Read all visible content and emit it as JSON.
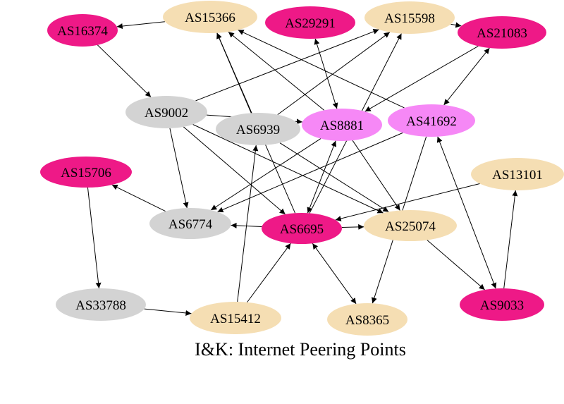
{
  "caption": "I&K: Internet Peering Points",
  "colors": {
    "magenta": "#ee1987",
    "light_magenta": "#f688f6",
    "tan": "#f5deb3",
    "gray": "#d3d3d3",
    "edge": "#000000"
  },
  "nodes": [
    {
      "id": "AS15366",
      "label": "AS15366",
      "color": "tan"
    },
    {
      "id": "AS29291",
      "label": "AS29291",
      "color": "magenta"
    },
    {
      "id": "AS15598",
      "label": "AS15598",
      "color": "tan"
    },
    {
      "id": "AS16374",
      "label": "AS16374",
      "color": "magenta"
    },
    {
      "id": "AS21083",
      "label": "AS21083",
      "color": "magenta"
    },
    {
      "id": "AS9002",
      "label": "AS9002",
      "color": "gray"
    },
    {
      "id": "AS6939",
      "label": "AS6939",
      "color": "gray"
    },
    {
      "id": "AS8881",
      "label": "AS8881",
      "color": "light_magenta"
    },
    {
      "id": "AS41692",
      "label": "AS41692",
      "color": "light_magenta"
    },
    {
      "id": "AS15706",
      "label": "AS15706",
      "color": "magenta"
    },
    {
      "id": "AS13101",
      "label": "AS13101",
      "color": "tan"
    },
    {
      "id": "AS6774",
      "label": "AS6774",
      "color": "gray"
    },
    {
      "id": "AS6695",
      "label": "AS6695",
      "color": "magenta"
    },
    {
      "id": "AS25074",
      "label": "AS25074",
      "color": "tan"
    },
    {
      "id": "AS33788",
      "label": "AS33788",
      "color": "gray"
    },
    {
      "id": "AS15412",
      "label": "AS15412",
      "color": "tan"
    },
    {
      "id": "AS8365",
      "label": "AS8365",
      "color": "tan"
    },
    {
      "id": "AS9033",
      "label": "AS9033",
      "color": "magenta"
    }
  ],
  "edges": [
    {
      "from": "AS15366",
      "to": "AS16374",
      "dir": "forward"
    },
    {
      "from": "AS15598",
      "to": "AS21083",
      "dir": "forward"
    },
    {
      "from": "AS16374",
      "to": "AS9002",
      "dir": "forward"
    },
    {
      "from": "AS9002",
      "to": "AS15598",
      "dir": "forward"
    },
    {
      "from": "AS9002",
      "to": "AS8881",
      "dir": "forward"
    },
    {
      "from": "AS9002",
      "to": "AS6774",
      "dir": "forward"
    },
    {
      "from": "AS9002",
      "to": "AS6695",
      "dir": "forward"
    },
    {
      "from": "AS9002",
      "to": "AS25074",
      "dir": "forward"
    },
    {
      "from": "AS6939",
      "to": "AS15366",
      "dir": "forward"
    },
    {
      "from": "AS6939",
      "to": "AS15598",
      "dir": "forward"
    },
    {
      "from": "AS6939",
      "to": "AS25074",
      "dir": "forward"
    },
    {
      "from": "AS8881",
      "to": "AS29291",
      "dir": "both"
    },
    {
      "from": "AS8881",
      "to": "AS15366",
      "dir": "forward"
    },
    {
      "from": "AS8881",
      "to": "AS6774",
      "dir": "forward"
    },
    {
      "from": "AS8881",
      "to": "AS6695",
      "dir": "both"
    },
    {
      "from": "AS8881",
      "to": "AS25074",
      "dir": "forward"
    },
    {
      "from": "AS41692",
      "to": "AS21083",
      "dir": "both"
    },
    {
      "from": "AS41692",
      "to": "AS15366",
      "dir": "forward"
    },
    {
      "from": "AS41692",
      "to": "AS6774",
      "dir": "forward"
    },
    {
      "from": "AS41692",
      "to": "AS8365",
      "dir": "forward"
    },
    {
      "from": "AS21083",
      "to": "AS8881",
      "dir": "forward"
    },
    {
      "from": "AS6695",
      "to": "AS15366",
      "dir": "forward"
    },
    {
      "from": "AS6695",
      "to": "AS15598",
      "dir": "forward"
    },
    {
      "from": "AS6695",
      "to": "AS6774",
      "dir": "forward"
    },
    {
      "from": "AS6695",
      "to": "AS25074",
      "dir": "forward"
    },
    {
      "from": "AS6774",
      "to": "AS15706",
      "dir": "forward"
    },
    {
      "from": "AS15706",
      "to": "AS33788",
      "dir": "forward"
    },
    {
      "from": "AS33788",
      "to": "AS15412",
      "dir": "forward"
    },
    {
      "from": "AS15412",
      "to": "AS6939",
      "dir": "forward"
    },
    {
      "from": "AS15412",
      "to": "AS6695",
      "dir": "forward"
    },
    {
      "from": "AS8365",
      "to": "AS6695",
      "dir": "both"
    },
    {
      "from": "AS13101",
      "to": "AS6695",
      "dir": "forward"
    },
    {
      "from": "AS25074",
      "to": "AS9033",
      "dir": "forward"
    },
    {
      "from": "AS9033",
      "to": "AS13101",
      "dir": "forward"
    },
    {
      "from": "AS9033",
      "to": "AS41692",
      "dir": "both"
    }
  ]
}
